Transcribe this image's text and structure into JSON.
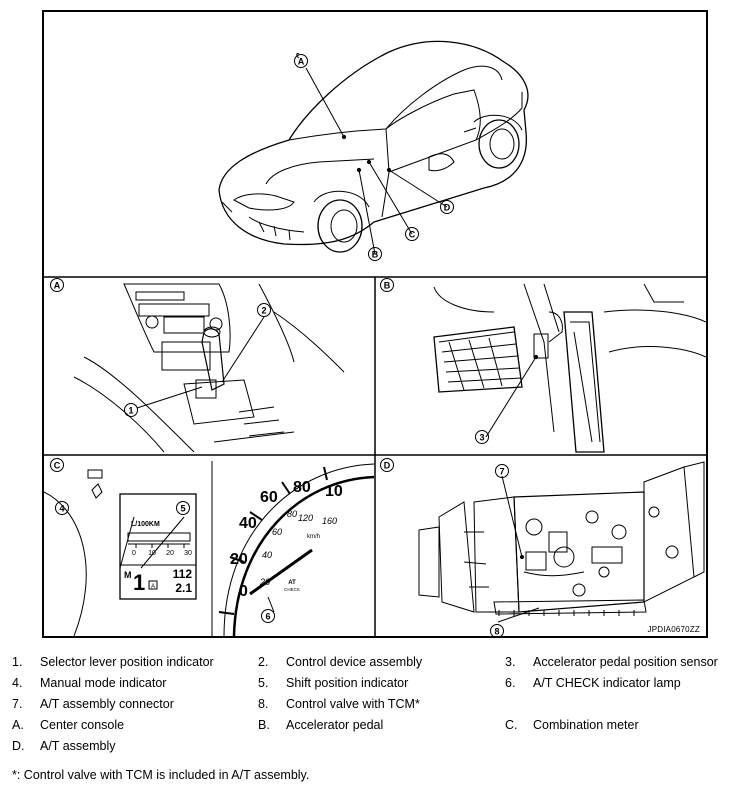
{
  "figure": {
    "code": "JPDIA0670ZZ",
    "callouts": {
      "a": "A",
      "b": "B",
      "c": "C",
      "d": "D",
      "n1": "1",
      "n2": "2",
      "n3": "3",
      "n4": "4",
      "n5": "5",
      "n6": "6",
      "n7": "7",
      "n8": "8"
    },
    "display": {
      "unit": "L/100KM",
      "scale": [
        "0",
        "10",
        "20",
        "30"
      ],
      "mode_letter": "M",
      "gear": "1",
      "a_box": "A",
      "odo": "112",
      "trip": "2.1"
    },
    "speedo": {
      "outer": [
        "0",
        "20",
        "40",
        "60",
        "80",
        "10"
      ],
      "inner": [
        "20",
        "40",
        "60",
        "80",
        "120",
        "160"
      ],
      "unit": "km/h",
      "lamp_line1": "AT",
      "lamp_line2": "CHECK"
    }
  },
  "legend": [
    {
      "num": "1.",
      "text": "Selector lever position indicator"
    },
    {
      "num": "2.",
      "text": "Control device assembly"
    },
    {
      "num": "3.",
      "text": "Accelerator pedal position sensor"
    },
    {
      "num": "4.",
      "text": "Manual mode indicator"
    },
    {
      "num": "5.",
      "text": "Shift position indicator"
    },
    {
      "num": "6.",
      "text": "A/T CHECK indicator lamp"
    },
    {
      "num": "7.",
      "text": "A/T assembly connector"
    },
    {
      "num": "8.",
      "text": "Control valve with TCM*"
    },
    {
      "num": "A.",
      "text": "Center console"
    },
    {
      "num": "B.",
      "text": "Accelerator pedal"
    },
    {
      "num": "C.",
      "text": "Combination meter"
    },
    {
      "num": "D.",
      "text": "A/T assembly"
    }
  ],
  "footnote": "*: Control valve with TCM is included in A/T assembly."
}
